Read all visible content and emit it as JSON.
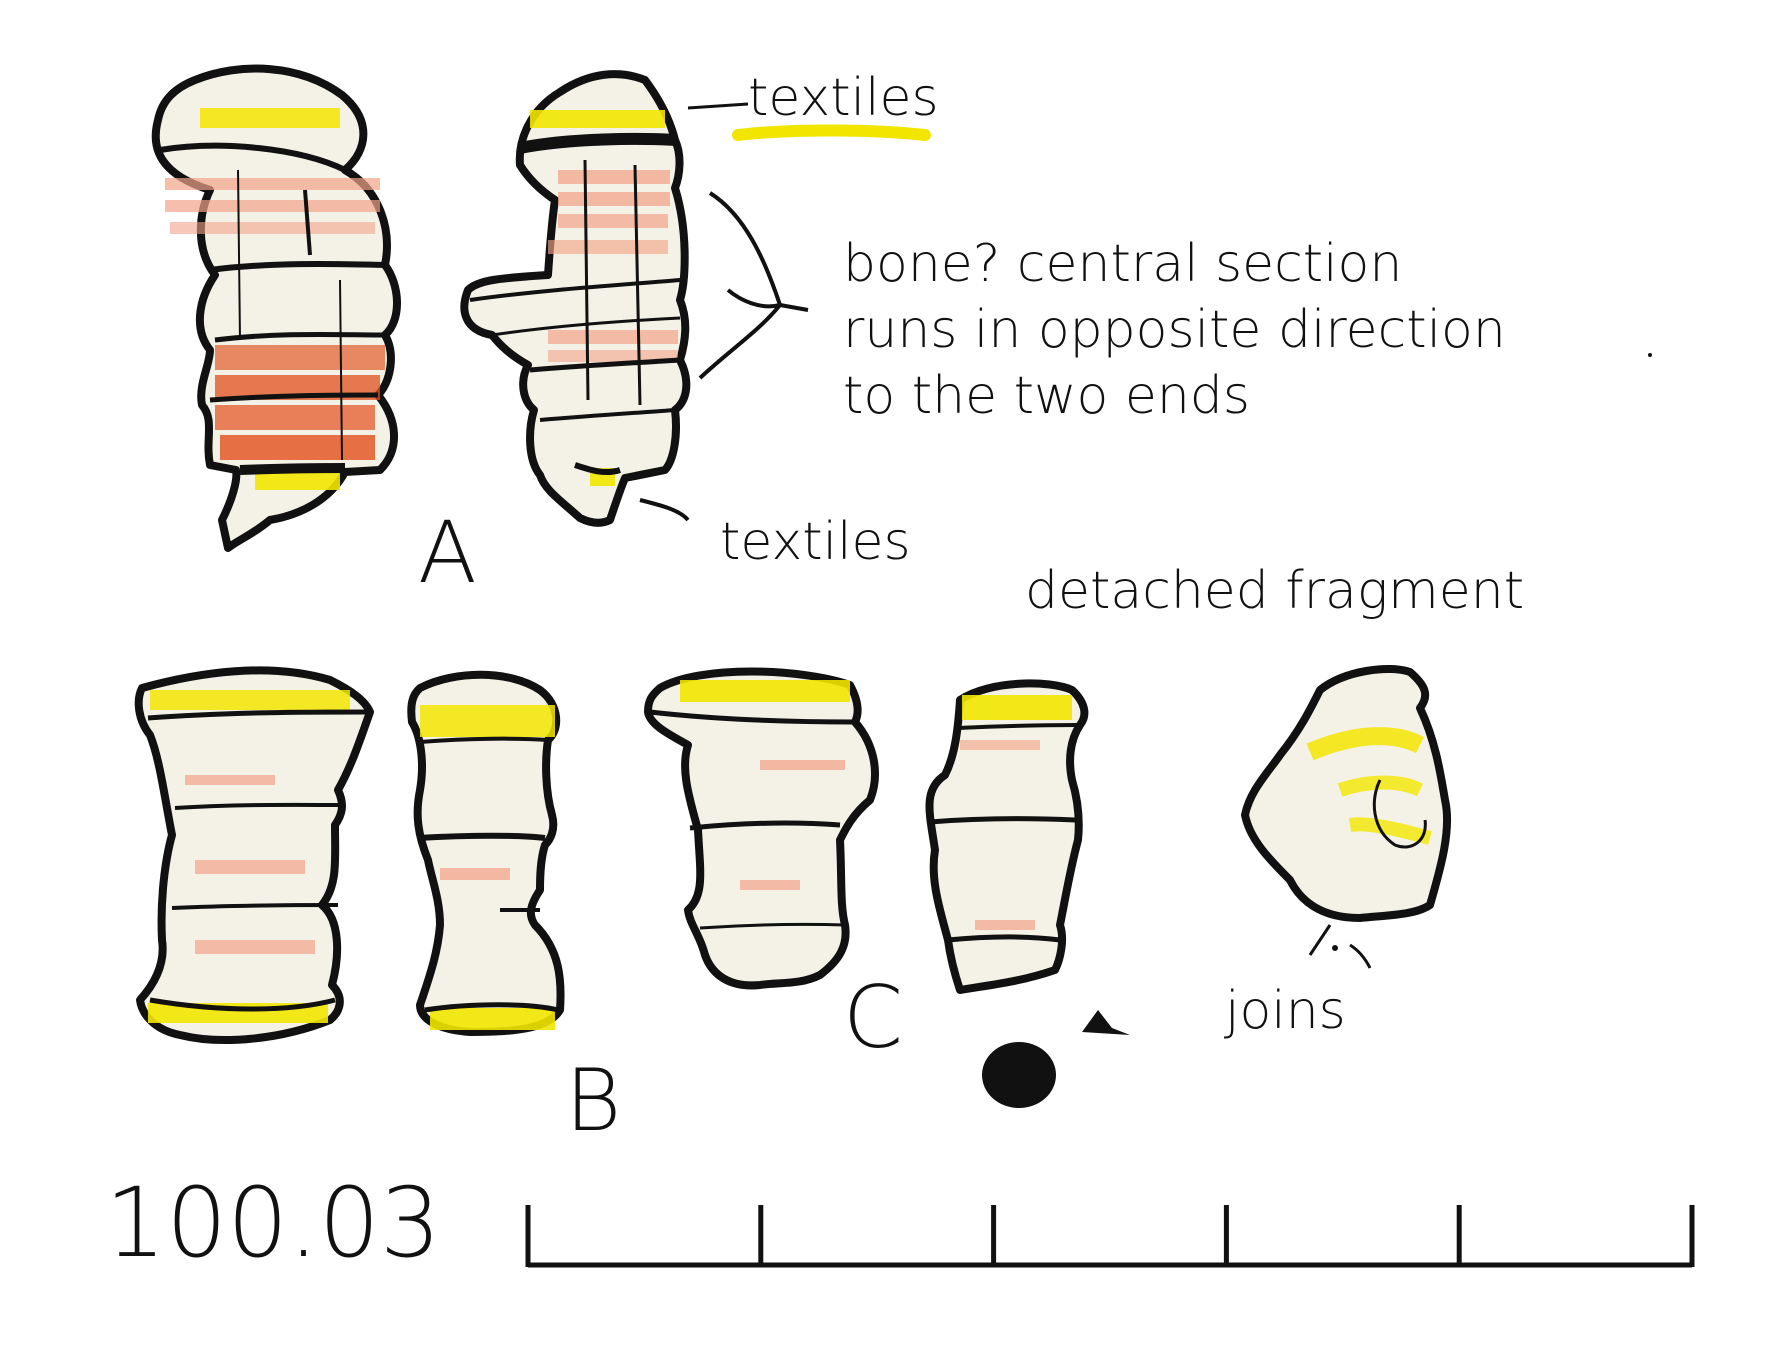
{
  "labels": {
    "textiles_top": "textiles",
    "textiles_bottom": "textiles",
    "bone_note": [
      "bone? central section",
      "runs in opposite direction",
      "to the two ends"
    ],
    "detached": "detached fragment",
    "joins": "joins",
    "letter_a": "A",
    "letter_b": "B",
    "letter_c": "C",
    "catalog_number": "100.03"
  },
  "scale_bar": {
    "divisions": 5
  },
  "colors": {
    "bone_fill": "#f4f2e6",
    "outline": "#111111",
    "textile_yellow": "#f2e600",
    "red_orange": "#e24f1c",
    "pink_hatch": "#f2a48a"
  }
}
